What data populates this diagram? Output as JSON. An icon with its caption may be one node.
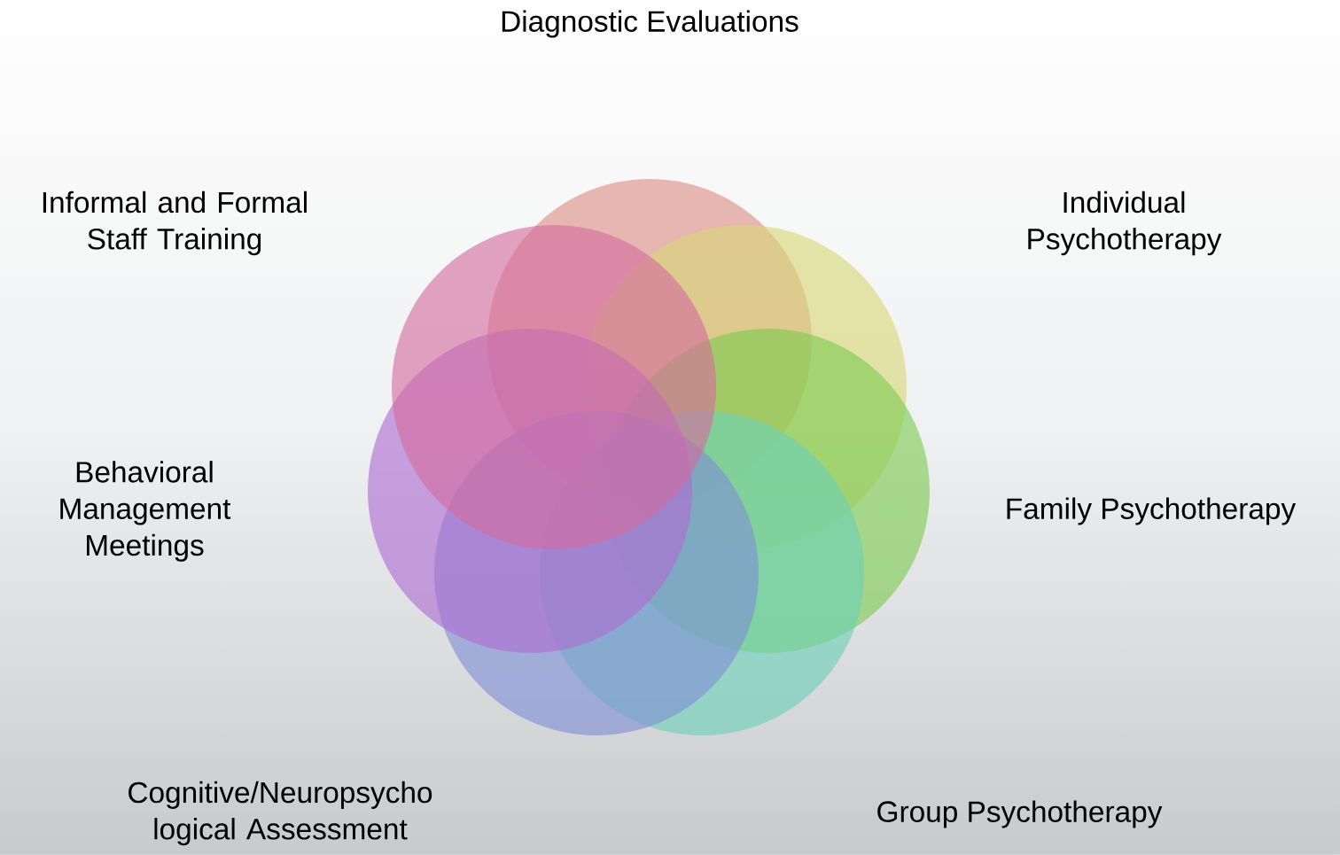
{
  "diagram": {
    "labels": [
      "Diagnostic Evaluations",
      "Informal and Formal Staff Training",
      "Individual Psychotherapy",
      "Behavioral Management Meetings",
      "Family Psychotherapy",
      "Cognitive/Neuropsycho logical Assessment",
      "Group Psychotherapy"
    ]
  }
}
